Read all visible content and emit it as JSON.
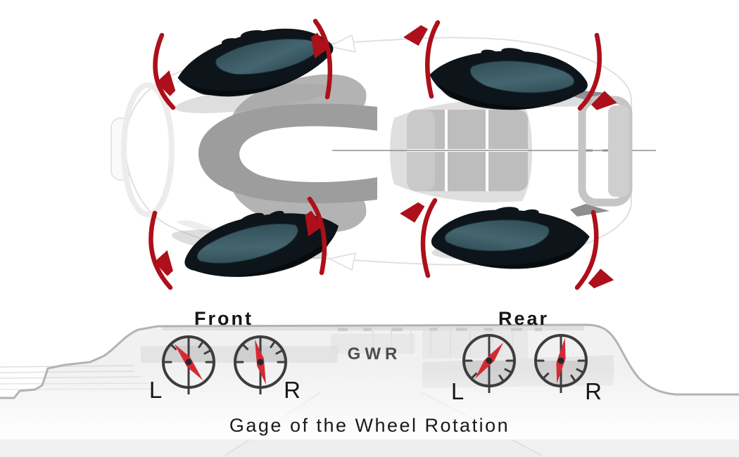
{
  "caption": "Gage of the Wheel Rotation",
  "center_label": "GWR",
  "clusters": [
    {
      "label": "Front",
      "gauges": [
        {
          "side_label": "L",
          "needle_angle_deg": -38
        },
        {
          "side_label": "R",
          "needle_angle_deg": -14
        }
      ]
    },
    {
      "label": "Rear",
      "gauges": [
        {
          "side_label": "L",
          "needle_angle_deg": 38
        },
        {
          "side_label": "R",
          "needle_angle_deg": 10
        }
      ]
    }
  ],
  "wheel_rotation_arrows": [
    {
      "wheel": "front-left",
      "inner_arrow": "downward",
      "outer_arrow": "upward"
    },
    {
      "wheel": "front-right",
      "inner_arrow": "downward",
      "outer_arrow": "upward"
    },
    {
      "wheel": "rear-left",
      "inner_arrow": "upward",
      "outer_arrow": "downward"
    },
    {
      "wheel": "rear-right",
      "inner_arrow": "upward",
      "outer_arrow": "downward"
    }
  ],
  "colors": {
    "arrow_red": "#ad101a",
    "needle_red": "#d6293571",
    "gauge_stroke": "#3d3d3d",
    "label_dark": "#161616",
    "gwr_gray": "#4d4d4d"
  }
}
